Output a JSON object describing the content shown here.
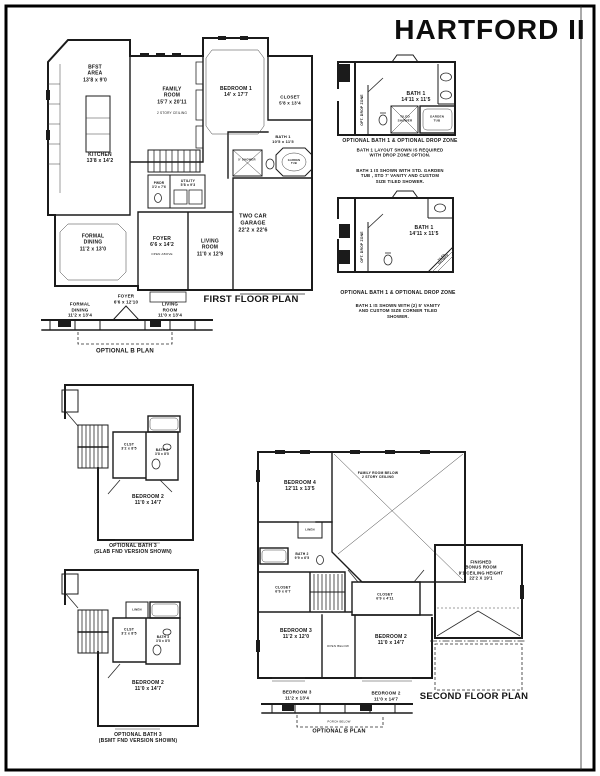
{
  "title": "HARTFORD II",
  "first_floor": {
    "caption": "FIRST FLOOR PLAN",
    "rooms": {
      "bfst": "BFST\nAREA\n13'8 x 9'0",
      "family": "FAMILY\nROOM\n15'7 x 20'11",
      "family_note": "2 STORY CEILING",
      "kitchen": "KITCHEN\n13'8 x 14'2",
      "bedroom1": "BEDROOM 1\n14' x 17'7",
      "closet": "CLOSET\n5'8 x 13'4",
      "bath1": "BATH 1\n10'5 x 11'5",
      "shower": "5' SHOWER",
      "garden_tub": "GARDEN\nTUB",
      "pwdr": "PWDR\n3'2 x 7'6",
      "utility": "UTILITY\n5'8 x 9'3",
      "formal_dining": "FORMAL\nDINING\n11'2 x 13'0",
      "foyer": "FOYER\n6'6 x 14'2",
      "foyer_note": "OPEN ABOVE",
      "living": "LIVING\nROOM\n11'0 x 12'9",
      "garage": "TWO CAR\nGARAGE\n22'2 x 22'6"
    },
    "option_b": {
      "formal_dining": "FORMAL\nDINING\n11'2 x 13'4",
      "foyer": "FOYER\n6'6 x 12'10",
      "living": "LIVING\nROOM\n11'0 x 13'4",
      "caption": "OPTIONAL B PLAN"
    }
  },
  "bath_option_1": {
    "room": "BATH 1\n14'11 x 11'5",
    "tiled_shower": "TILED\nSHOWER",
    "garden_tub": "GARDEN\nTUB",
    "drop_zone": "OPT. DROP ZONE",
    "caption_1": "OPTIONAL BATH 1 & OPTIONAL DROP ZONE",
    "caption_2": "BATH 1 LAYOUT SHOWN IS REQUIRED\nWITH DROP ZONE OPTION.",
    "caption_3": "BATH 1 IS SHOWN WITH STD. GARDEN\nTUB , STD 7' VANITY AND CUSTOM\nSIZE TILED SHOWER."
  },
  "bath_option_2": {
    "room": "BATH 1\n14'11 x 11'5",
    "tiled_shower": "TILED\nSHOWER",
    "drop_zone": "OPT. DROP ZONE",
    "caption_1": "OPTIONAL BATH 1 & OPTIONAL DROP ZONE",
    "caption_2": "BATH 1 IS SHOWN WITH (2) 5' VANITY\nAND CUSTOM SIZE CORNER TILED\nSHOWER."
  },
  "bath3_slab": {
    "clst": "CLST\n3'2 x 8'5",
    "bath3": "BATH 3\n3'8 x 8'5",
    "bedroom2": "BEDROOM 2\n11'0 x 14'7",
    "caption": "OPTIONAL BATH 3\n(SLAB FND VERSION SHOWN)"
  },
  "bath3_bsmt": {
    "linen": "LINEN",
    "clst": "CLST\n3'2 x 8'5",
    "bath3": "BATH 3\n3'8 x 8'5",
    "bedroom2": "BEDROOM 2\n11'0 x 14'7",
    "caption": "OPTIONAL BATH 3\n(BSMT FND VERSION SHOWN)"
  },
  "second_floor": {
    "caption": "SECOND FLOOR PLAN",
    "rooms": {
      "bedroom4": "BEDROOM 4\n12'11 x 13'5",
      "family_below": "FAMILY ROOM BELOW\n2 STORY CEILING",
      "linen": "LINEN",
      "bath2": "BATH 2\n9'9 x 6'5",
      "closet_left": "CLOSET\n6'9 x 6'7",
      "closet_right": "CLOSET\n6'9 x 4'11",
      "bedroom3": "BEDROOM 3\n11'2 x 12'0",
      "open_below": "OPEN BELOW",
      "bedroom2": "BEDROOM 2\n11'0 x 14'7",
      "bonus": "FINISHED\nBONUS ROOM\n9'1 CEILING HEIGHT\n22'2 X 19'1"
    },
    "option_b": {
      "bedroom3": "BEDROOM 3\n11'2 x 13'4",
      "bedroom2": "BEDROOM 2\n11'0 x 14'7",
      "porch": "PORCH BELOW",
      "caption": "OPTIONAL B PLAN"
    }
  }
}
